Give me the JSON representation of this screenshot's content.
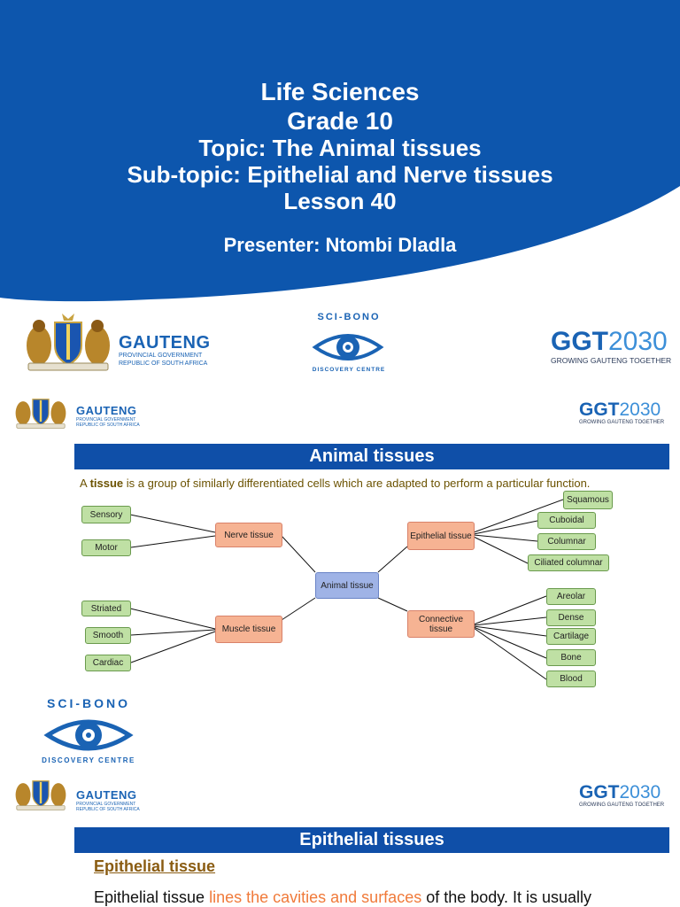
{
  "slide1": {
    "lines": [
      "Life Sciences",
      "Grade 10",
      "Topic: The Animal tissues",
      "Sub-topic: Epithelial and Nerve tissues",
      "Lesson 40"
    ],
    "presenter": "Presenter: Ntombi Dladla",
    "colors": {
      "header_blue": "#0d56ad",
      "white": "#ffffff"
    }
  },
  "logos": {
    "gauteng": {
      "word": "GAUTENG",
      "line1": "PROVINCIAL GOVERNMENT",
      "line2": "REPUBLIC OF SOUTH AFRICA"
    },
    "ggt": {
      "prefix": "GGT",
      "year": "2030",
      "tagline": "GROWING GAUTENG TOGETHER"
    },
    "scibono": {
      "top": "SCI-BONO",
      "bottom": "DISCOVERY CENTRE"
    },
    "coat_of_arms_icon": "coat-of-arms-icon",
    "eye_icon": "eye-icon"
  },
  "slide2": {
    "banner": "Animal tissues",
    "definition_pre": "A ",
    "definition_bold": "tissue",
    "definition_post": " is a group of similarly differentiated cells which are adapted to perform a particular function.",
    "center": "Animal tissue",
    "nerve": "Nerve tissue",
    "nerve_children": [
      "Sensory",
      "Motor"
    ],
    "muscle": "Muscle tissue",
    "muscle_children": [
      "Striated",
      "Smooth",
      "Cardiac"
    ],
    "epithelial": "Epithelial tissue",
    "epithelial_children": [
      "Squamous",
      "Cuboidal",
      "Columnar",
      "Ciliated columnar"
    ],
    "connective": "Connective tissue",
    "connective_children": [
      "Areolar",
      "Dense",
      "Cartilage",
      "Bone",
      "Blood"
    ]
  },
  "slide3": {
    "banner": "Epithelial tissues",
    "heading": "Epithelial tissue",
    "body_pre": "Epithelial tissue ",
    "body_highlight": "lines the cavities and surfaces",
    "body_post": " of the body. It is usually",
    "colors": {
      "highlight": "#f07a3a",
      "heading": "#8a5c12"
    }
  }
}
